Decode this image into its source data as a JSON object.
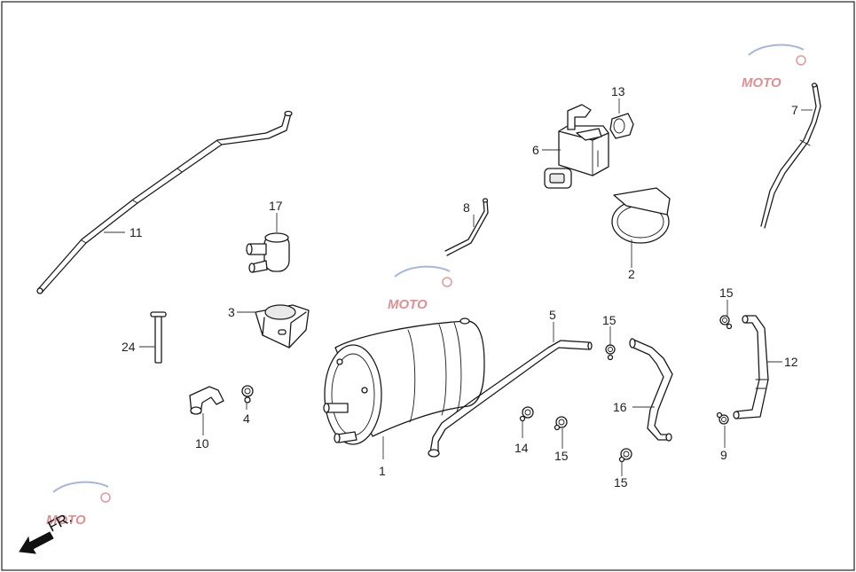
{
  "callouts": {
    "c1": "1",
    "c2": "2",
    "c3": "3",
    "c4": "4",
    "c5": "5",
    "c6": "6",
    "c7": "7",
    "c8": "8",
    "c9": "9",
    "c10": "10",
    "c11": "11",
    "c12": "12",
    "c13": "13",
    "c14": "14",
    "c15a": "15",
    "c15b": "15",
    "c15c": "15",
    "c15d": "15",
    "c16": "16",
    "c17": "17",
    "c24": "24"
  },
  "direction_label": "FR.",
  "watermark": {
    "brand": "MOTO",
    "colors": {
      "red": "#c8323a",
      "blue": "#3a5fb0"
    }
  }
}
